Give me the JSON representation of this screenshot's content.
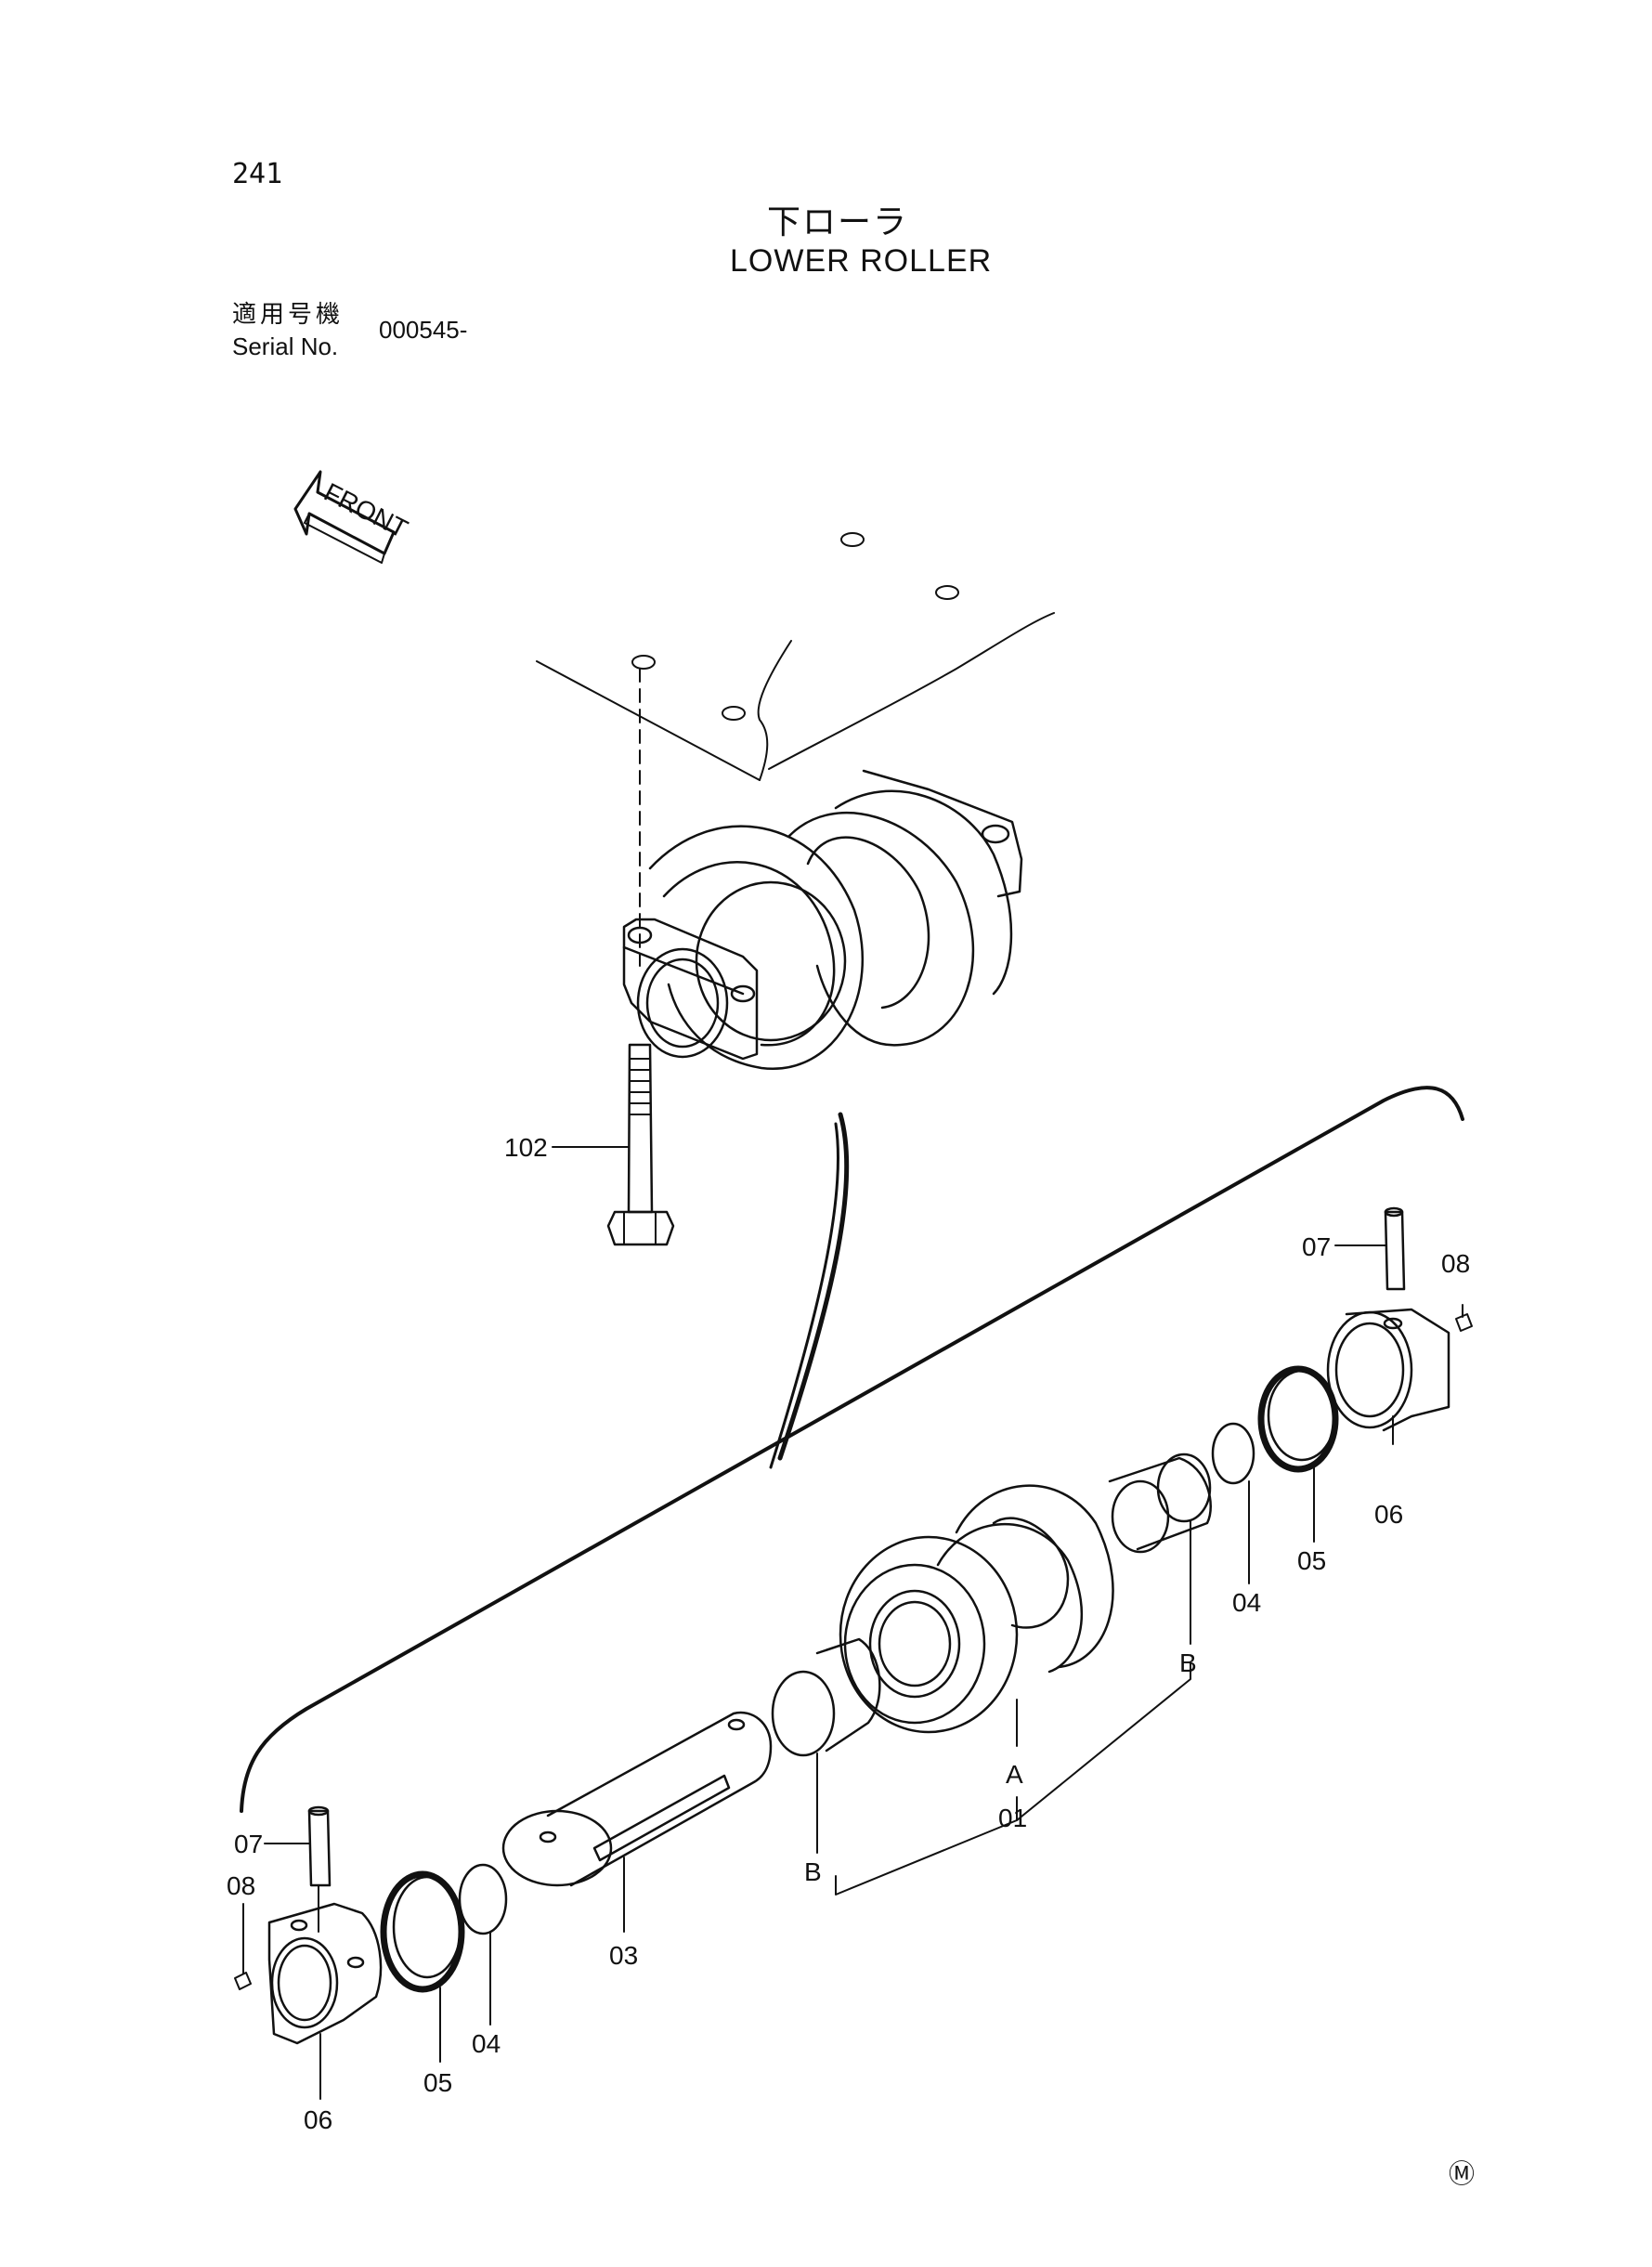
{
  "header": {
    "page_number": "241",
    "title_jp": "下ローラ",
    "title_en": "LOWER ROLLER",
    "serial_label_jp": "適用号機",
    "serial_label_en": "Serial No.",
    "serial_value": "000545-"
  },
  "diagram": {
    "front_marker": "FRONT",
    "callouts": [
      {
        "id": "c102",
        "label": "102"
      },
      {
        "id": "c07r",
        "label": "07"
      },
      {
        "id": "c08r",
        "label": "08"
      },
      {
        "id": "c06r",
        "label": "06"
      },
      {
        "id": "c05r",
        "label": "05"
      },
      {
        "id": "c04r",
        "label": "04"
      },
      {
        "id": "cBr",
        "label": "B"
      },
      {
        "id": "cA",
        "label": "A"
      },
      {
        "id": "c01",
        "label": "01"
      },
      {
        "id": "cBl",
        "label": "B"
      },
      {
        "id": "c03",
        "label": "03"
      },
      {
        "id": "c07l",
        "label": "07"
      },
      {
        "id": "c08l",
        "label": "08"
      },
      {
        "id": "c05l",
        "label": "05"
      },
      {
        "id": "c04l",
        "label": "04"
      },
      {
        "id": "c06l",
        "label": "06"
      }
    ],
    "footer_mark": "Ⓜ"
  }
}
